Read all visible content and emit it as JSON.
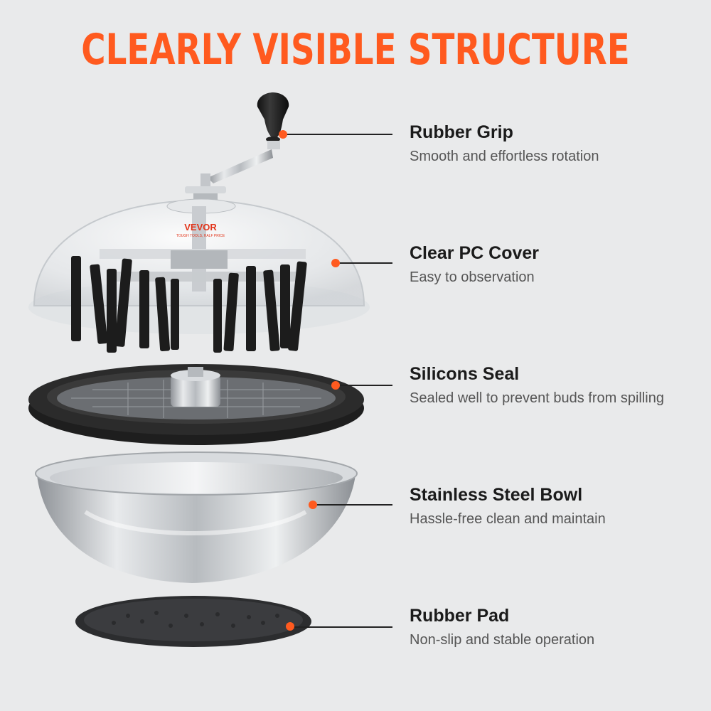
{
  "title": "CLEARLY VISIBLE STRUCTURE",
  "brand": {
    "logo_text": "VEVOR",
    "tagline": "TOUGH TOOLS, HALF PRICE"
  },
  "colors": {
    "accent": "#ff5a1f",
    "background": "#e9eaeb",
    "heading_text": "#1b1b1b",
    "body_text": "#555555"
  },
  "parts": [
    {
      "name": "Rubber Grip",
      "description": "Smooth and effortless rotation"
    },
    {
      "name": "Clear PC Cover",
      "description": "Easy to observation"
    },
    {
      "name": "Silicons Seal",
      "description": "Sealed well to prevent buds from spilling"
    },
    {
      "name": "Stainless Steel Bowl",
      "description": "Hassle-free clean and maintain"
    },
    {
      "name": "Rubber Pad",
      "description": "Non-slip and stable operation"
    }
  ]
}
